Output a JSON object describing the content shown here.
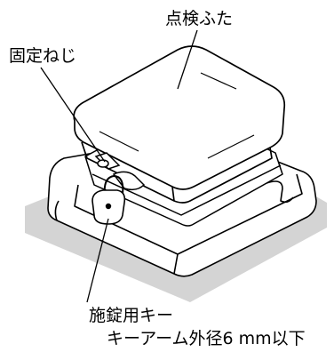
{
  "labels": {
    "inspection_cover": "点検ふた",
    "fixing_screw": "固定ねじ",
    "lock_key": "施錠用キー",
    "key_spec": "キーアーム外径6 mm以下"
  },
  "colors": {
    "ink": "#000000",
    "ground": "#d4d4d4",
    "surface": "#ffffff"
  }
}
